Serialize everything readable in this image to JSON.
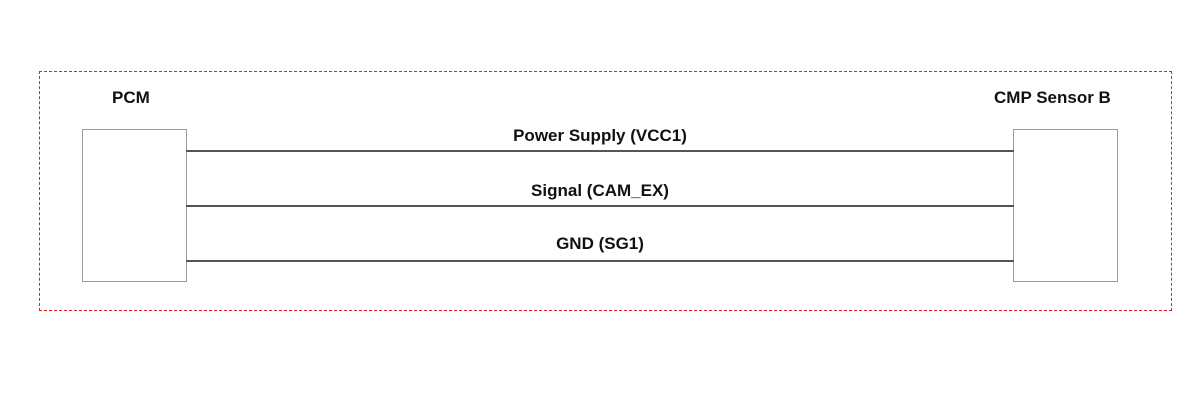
{
  "components": {
    "left": {
      "label": "PCM"
    },
    "right": {
      "label": "CMP Sensor B"
    }
  },
  "wires": [
    {
      "label": "Power Supply (VCC1)"
    },
    {
      "label": "Signal (CAM_EX)"
    },
    {
      "label": "GND (SG1)"
    }
  ],
  "colors": {
    "frame_border": "#e02020",
    "wire": "#555555",
    "box_border": "#9a9a9a",
    "text": "#111111"
  }
}
